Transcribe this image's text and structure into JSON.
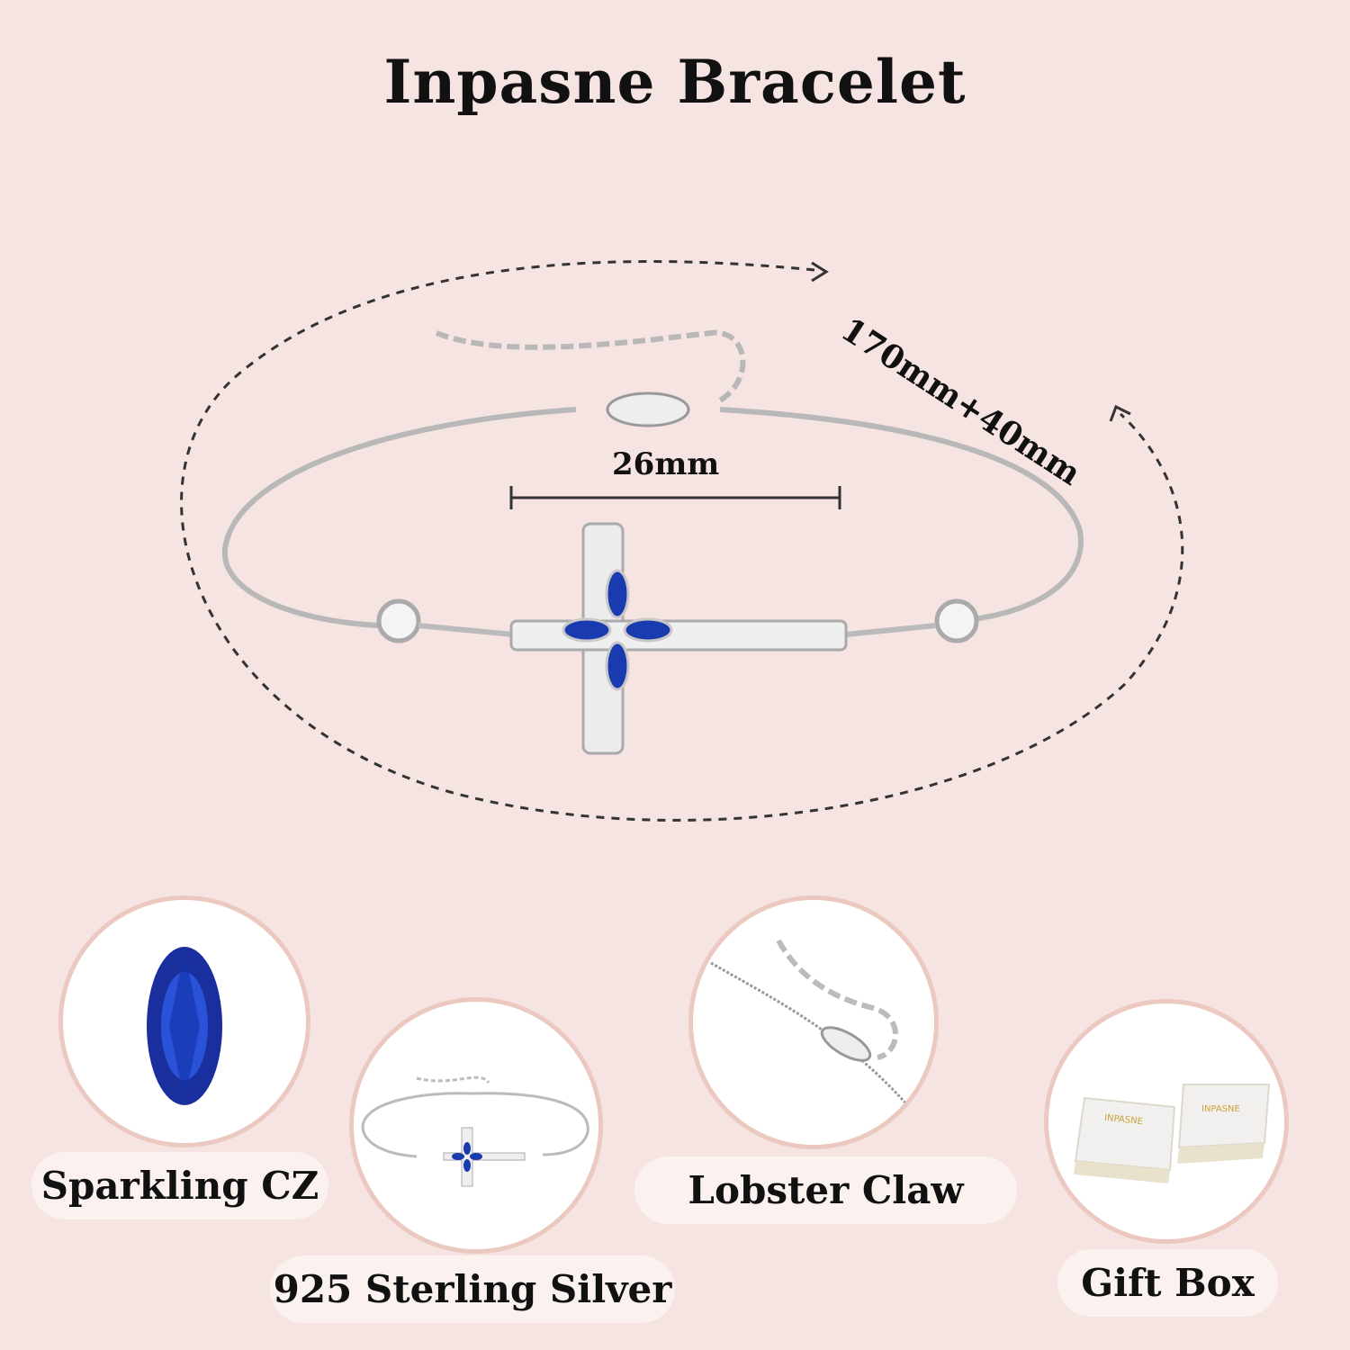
{
  "title": "Inpasne Bracelet",
  "dimensions": {
    "length": "170mm+40mm",
    "pendant_width": "26mm"
  },
  "features": [
    {
      "label": "Sparkling CZ",
      "icon": "marquise-gem-icon"
    },
    {
      "label": "925 Sterling Silver",
      "icon": "bracelet-thumbnail-icon"
    },
    {
      "label": "Lobster Claw",
      "icon": "lobster-clasp-icon"
    },
    {
      "label": "Gift Box",
      "icon": "gift-box-icon"
    }
  ],
  "gift_box_brand": "INPASNE",
  "colors": {
    "background": "#f6e4e2",
    "gem": "#1a3bb0",
    "circle_border": "#ecc9c0"
  }
}
